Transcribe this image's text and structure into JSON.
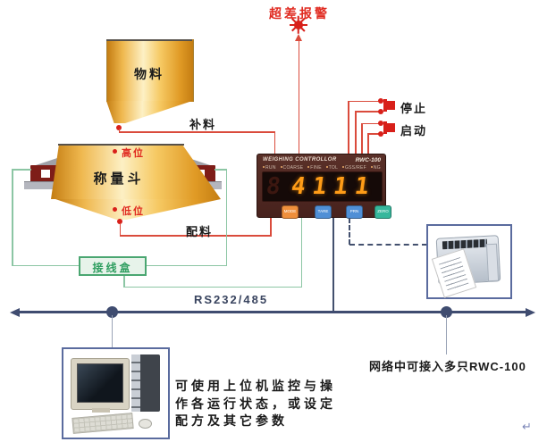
{
  "alarm": {
    "label": "超差报警"
  },
  "supply_hopper": {
    "label": "物料"
  },
  "weigh_hopper": {
    "label": "称量斗",
    "high": "高位",
    "low": "低位"
  },
  "flows": {
    "refill": "补料",
    "discharge": "配料"
  },
  "junction_box": {
    "label": "接线盒"
  },
  "pushbuttons": {
    "stop": "停止",
    "start": "启动"
  },
  "controller": {
    "header": "WEIGHING  CONTROLLOR",
    "model": "RWC-100",
    "indicators": [
      "RUN",
      "COARSE",
      "FINE",
      "TOL",
      "GSS/REF",
      "NG"
    ],
    "display_ghost": "8",
    "display_value": "4111",
    "keys": [
      "MODE",
      "TARE",
      "PRN",
      "ZERO"
    ]
  },
  "bus": {
    "label": "RS232/485"
  },
  "notes": {
    "network": "网络中可接入多只RWC-100",
    "pc_lines": [
      "可使用上位机监控与操",
      "作各运行状态，或设定",
      "配方及其它参数"
    ],
    "return_mark": "↵"
  },
  "colors": {
    "alarm_red": "#d8201a",
    "wire_red": "#da4b3c",
    "wire_green": "#8cc6a4",
    "junction_green": "#4aa671",
    "bus_navy": "#3f4c70",
    "device_box_blue": "#5a6b9e",
    "digit_orange": "#ff9c17",
    "panel_maroon": "#4d2824"
  }
}
